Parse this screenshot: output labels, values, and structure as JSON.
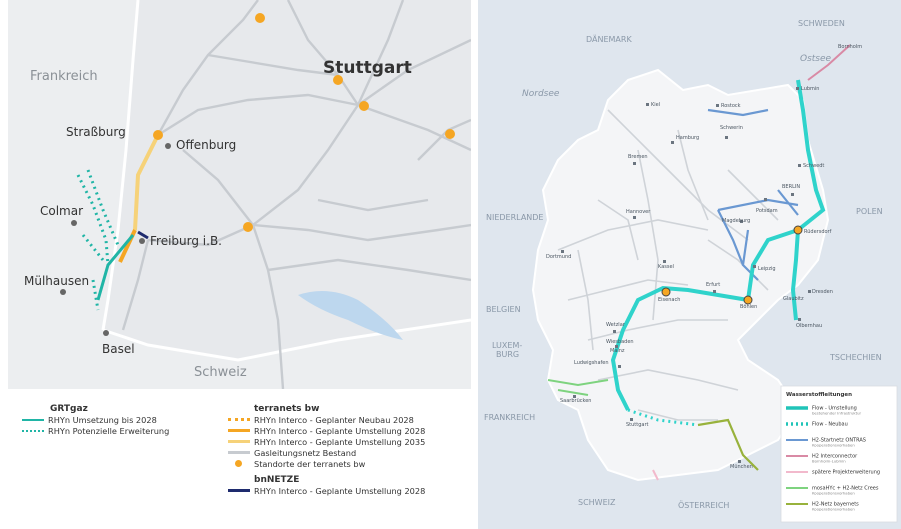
{
  "colors": {
    "land": "#e7e9ec",
    "outside": "#f3f4f6",
    "pipe": "#b7bdc4",
    "orange": "#f5a623",
    "orange_light": "#f6d279",
    "teal": "#20c4b8",
    "navy": "#1e2b6e",
    "green": "#7ed37f",
    "olive": "#98b23c",
    "pink": "#d98aa5",
    "blue": "#6a98d2"
  },
  "left_map": {
    "country_labels": [
      "Frankreich",
      "Schweiz"
    ],
    "cities": [
      "Stuttgart",
      "Straßburg",
      "Offenburg",
      "Colmar",
      "Freiburg i.B.",
      "Mülhausen",
      "Basel"
    ]
  },
  "right_map": {
    "sea_labels": [
      "Nordsee",
      "Ostsee"
    ],
    "country_labels": [
      "DÄNEMARK",
      "SCHWEDEN",
      "NIEDERLANDE",
      "POLEN",
      "BELGIEN",
      "LUXEM-",
      "BURG",
      "TSCHECHIEN",
      "FRANKREICH",
      "SCHWEIZ",
      "ÖSTERREICH"
    ],
    "cities": [
      "Bornholm",
      "Kiel",
      "Rostock",
      "Lubmin",
      "Hamburg",
      "Schwerin",
      "Bremen",
      "Schwedt",
      "BERLIN",
      "Potsdam",
      "Hannover",
      "Magdeburg",
      "Rüdersdorf",
      "Dortmund",
      "Kassel",
      "Leipzig",
      "Erfurt",
      "Eisenach",
      "Böhlen",
      "Dresden",
      "Glaubitz",
      "Olbernhau",
      "Wetzlar",
      "Wiesbaden",
      "Mainz",
      "Ludwigshafen",
      "Saarbrücken",
      "Stuttgart",
      "München"
    ],
    "legend_title": "Wasserstoffleitungen",
    "legend": [
      {
        "label": "Flow - Umstellung",
        "sub": "bestehender Infrastruktur",
        "color": "#20c4b8",
        "style": "solid"
      },
      {
        "label": "Flow - Neubau",
        "sub": "",
        "color": "#20c4b8",
        "style": "dotted"
      },
      {
        "label": "H2-Startnetz ONTRAS",
        "sub": "Kooperationsvorhaben",
        "color": "#6a98d2",
        "style": "solid"
      },
      {
        "label": "H2 Interconnector",
        "sub": "Bornholm-Lubmin",
        "color": "#d98aa5",
        "style": "solid"
      },
      {
        "label": "spätere Projekterweiterung",
        "sub": "",
        "color": "#f2b9cc",
        "style": "solid"
      },
      {
        "label": "mosaHYc + H2-Netz Crees",
        "sub": "Kooperationsvorhaben",
        "color": "#7ed37f",
        "style": "solid"
      },
      {
        "label": "H2-Netz bayernets",
        "sub": "Kooperationsvorhaben",
        "color": "#98b23c",
        "style": "solid"
      }
    ]
  },
  "legend": {
    "grtgaz": {
      "title": "GRTgaz",
      "items": [
        {
          "label": "RHYn Umsetzung bis 2028",
          "color": "#20b5a6",
          "style": "solid"
        },
        {
          "label": "RHYn Potenzielle Erweiterung",
          "color": "#20b5a6",
          "style": "dotted"
        }
      ]
    },
    "terranets": {
      "title": "terranets bw",
      "items": [
        {
          "label": "RHYn Interco - Geplanter Neubau 2028",
          "color": "#f5a623",
          "style": "dotted"
        },
        {
          "label": "RHYn Interco - Geplante Umstellung 2028",
          "color": "#f5a623",
          "style": "solid"
        },
        {
          "label": "RHYn Interco - Geplante Umstellung 2035",
          "color": "#f6d279",
          "style": "solid"
        },
        {
          "label": "Gasleitungsnetz Bestand",
          "color": "#c7cbd0",
          "style": "solid"
        },
        {
          "label": "Standorte der terranets bw",
          "color": "#f5a623",
          "style": "dot"
        }
      ]
    },
    "bnnetze": {
      "title": "bnNETZE",
      "items": [
        {
          "label": "RHYn Interco - Geplante Umstellung 2028",
          "color": "#1e2b6e",
          "style": "solid"
        }
      ]
    }
  }
}
